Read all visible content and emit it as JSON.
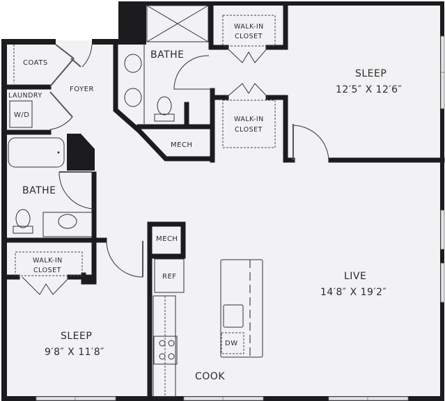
{
  "rooms": {
    "coats": {
      "label": "COATS"
    },
    "foyer": {
      "label": "FOYER"
    },
    "laundry": {
      "label": "LAUNDRY",
      "appliance": "W/D"
    },
    "bathe_main": {
      "label": "BATHE"
    },
    "bathe_second": {
      "label": "BATHE"
    },
    "mech_upper": {
      "label": "MECH"
    },
    "mech_kitchen": {
      "label": "MECH"
    },
    "walkin_upper": {
      "label_line1": "WALK-IN",
      "label_line2": "CLOSET"
    },
    "walkin_lower": {
      "label_line1": "WALK-IN",
      "label_line2": "CLOSET"
    },
    "walkin_second": {
      "label_line1": "WALK-IN",
      "label_line2": "CLOSET"
    },
    "sleep_primary": {
      "label": "SLEEP",
      "dims": "12′5″ X 12′6″"
    },
    "sleep_second": {
      "label": "SLEEP",
      "dims": "9′8″ X 11′8″"
    },
    "live": {
      "label": "LIVE",
      "dims": "14′8″ X 19′2″"
    },
    "cook": {
      "label": "COOK",
      "fridge": "REF",
      "dishwasher": "DW"
    }
  },
  "colors": {
    "wall": "#1c1c1e",
    "floor": "#f2f2f4"
  }
}
